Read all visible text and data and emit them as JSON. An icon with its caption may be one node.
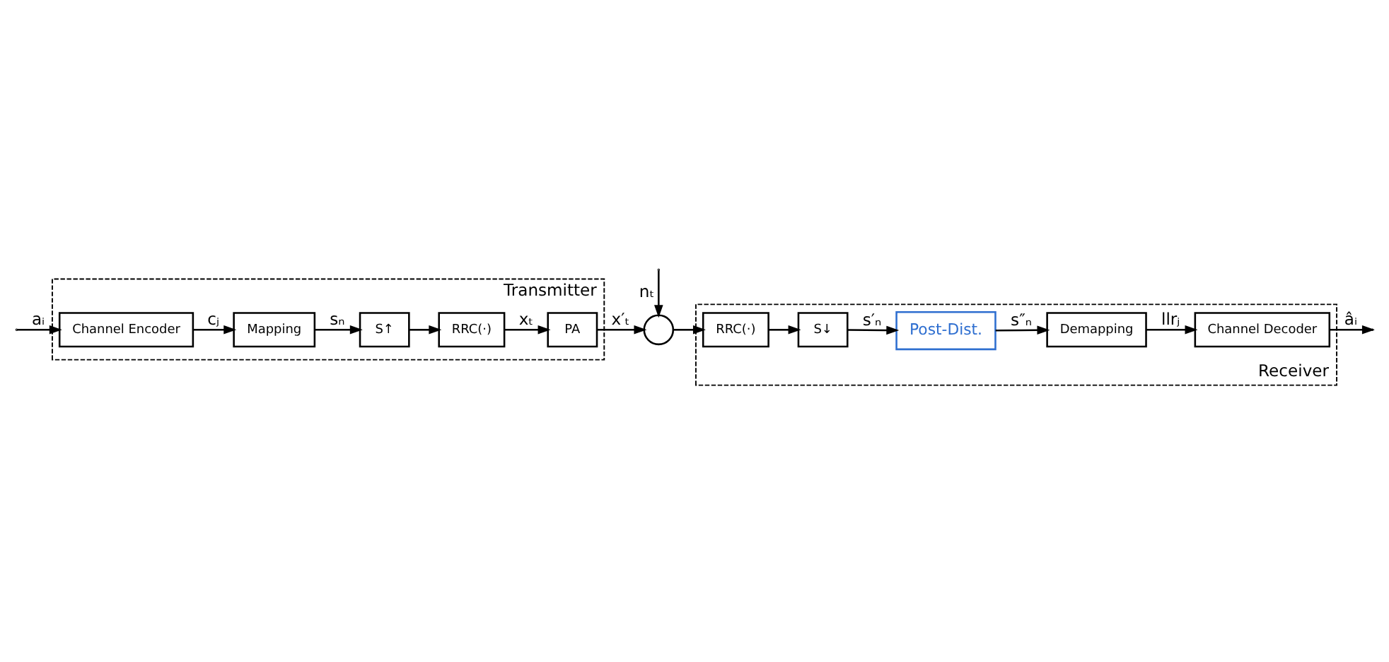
{
  "diagram": {
    "nodes": [
      {
        "text": [
          "Transmitter"
        ]
      },
      {
        "text": [
          "Channel Encoder"
        ],
        "in": 0
      },
      {
        "text": [
          "Mapping"
        ],
        "in": 0
      },
      {
        "text": [
          "S↑"
        ],
        "in": 0
      },
      {
        "text": [
          "RRC(·)"
        ],
        "in": 0
      },
      {
        "text": [
          "PA"
        ],
        "in": 0
      },
      {
        "text": [],
        "shape": "circle"
      },
      {
        "text": [
          "Receiver"
        ]
      },
      {
        "text": [
          "RRC(·)"
        ],
        "in": 7
      },
      {
        "text": [
          "S↓"
        ],
        "in": 7
      },
      {
        "text": [
          "Post-Dist."
        ],
        "in": 7
      },
      {
        "text": [
          "Demapping"
        ],
        "in": 7
      },
      {
        "text": [
          "Channel Decoder"
        ],
        "in": 7
      }
    ],
    "edges": [
      {
        "from": null,
        "to": 1,
        "arrow": "to",
        "label": "aᵢ"
      },
      {
        "from": 1,
        "to": 2,
        "arrow": "to",
        "label": "cⱼ"
      },
      {
        "from": 2,
        "to": 3,
        "arrow": "to",
        "label": "sₙ"
      },
      {
        "from": 3,
        "to": 4,
        "arrow": "to"
      },
      {
        "from": 4,
        "to": 5,
        "arrow": "to",
        "label": "xₜ"
      },
      {
        "from": 5,
        "to": 6,
        "arrow": "to",
        "label": "x′ₜ"
      },
      {
        "from": null,
        "to": 6,
        "arrow": "to",
        "label": "nₜ"
      },
      {
        "from": 6,
        "to": 8,
        "arrow": "to"
      },
      {
        "from": 8,
        "to": 9,
        "arrow": "to"
      },
      {
        "from": 9,
        "to": 10,
        "arrow": "to",
        "label": "s′ₙ"
      },
      {
        "from": 10,
        "to": 11,
        "arrow": "to",
        "label": "s″ₙ"
      },
      {
        "from": 11,
        "to": 12,
        "arrow": "to",
        "label": "llrⱼ"
      },
      {
        "from": 12,
        "to": null,
        "arrow": "to",
        "label": "âᵢ"
      }
    ]
  }
}
